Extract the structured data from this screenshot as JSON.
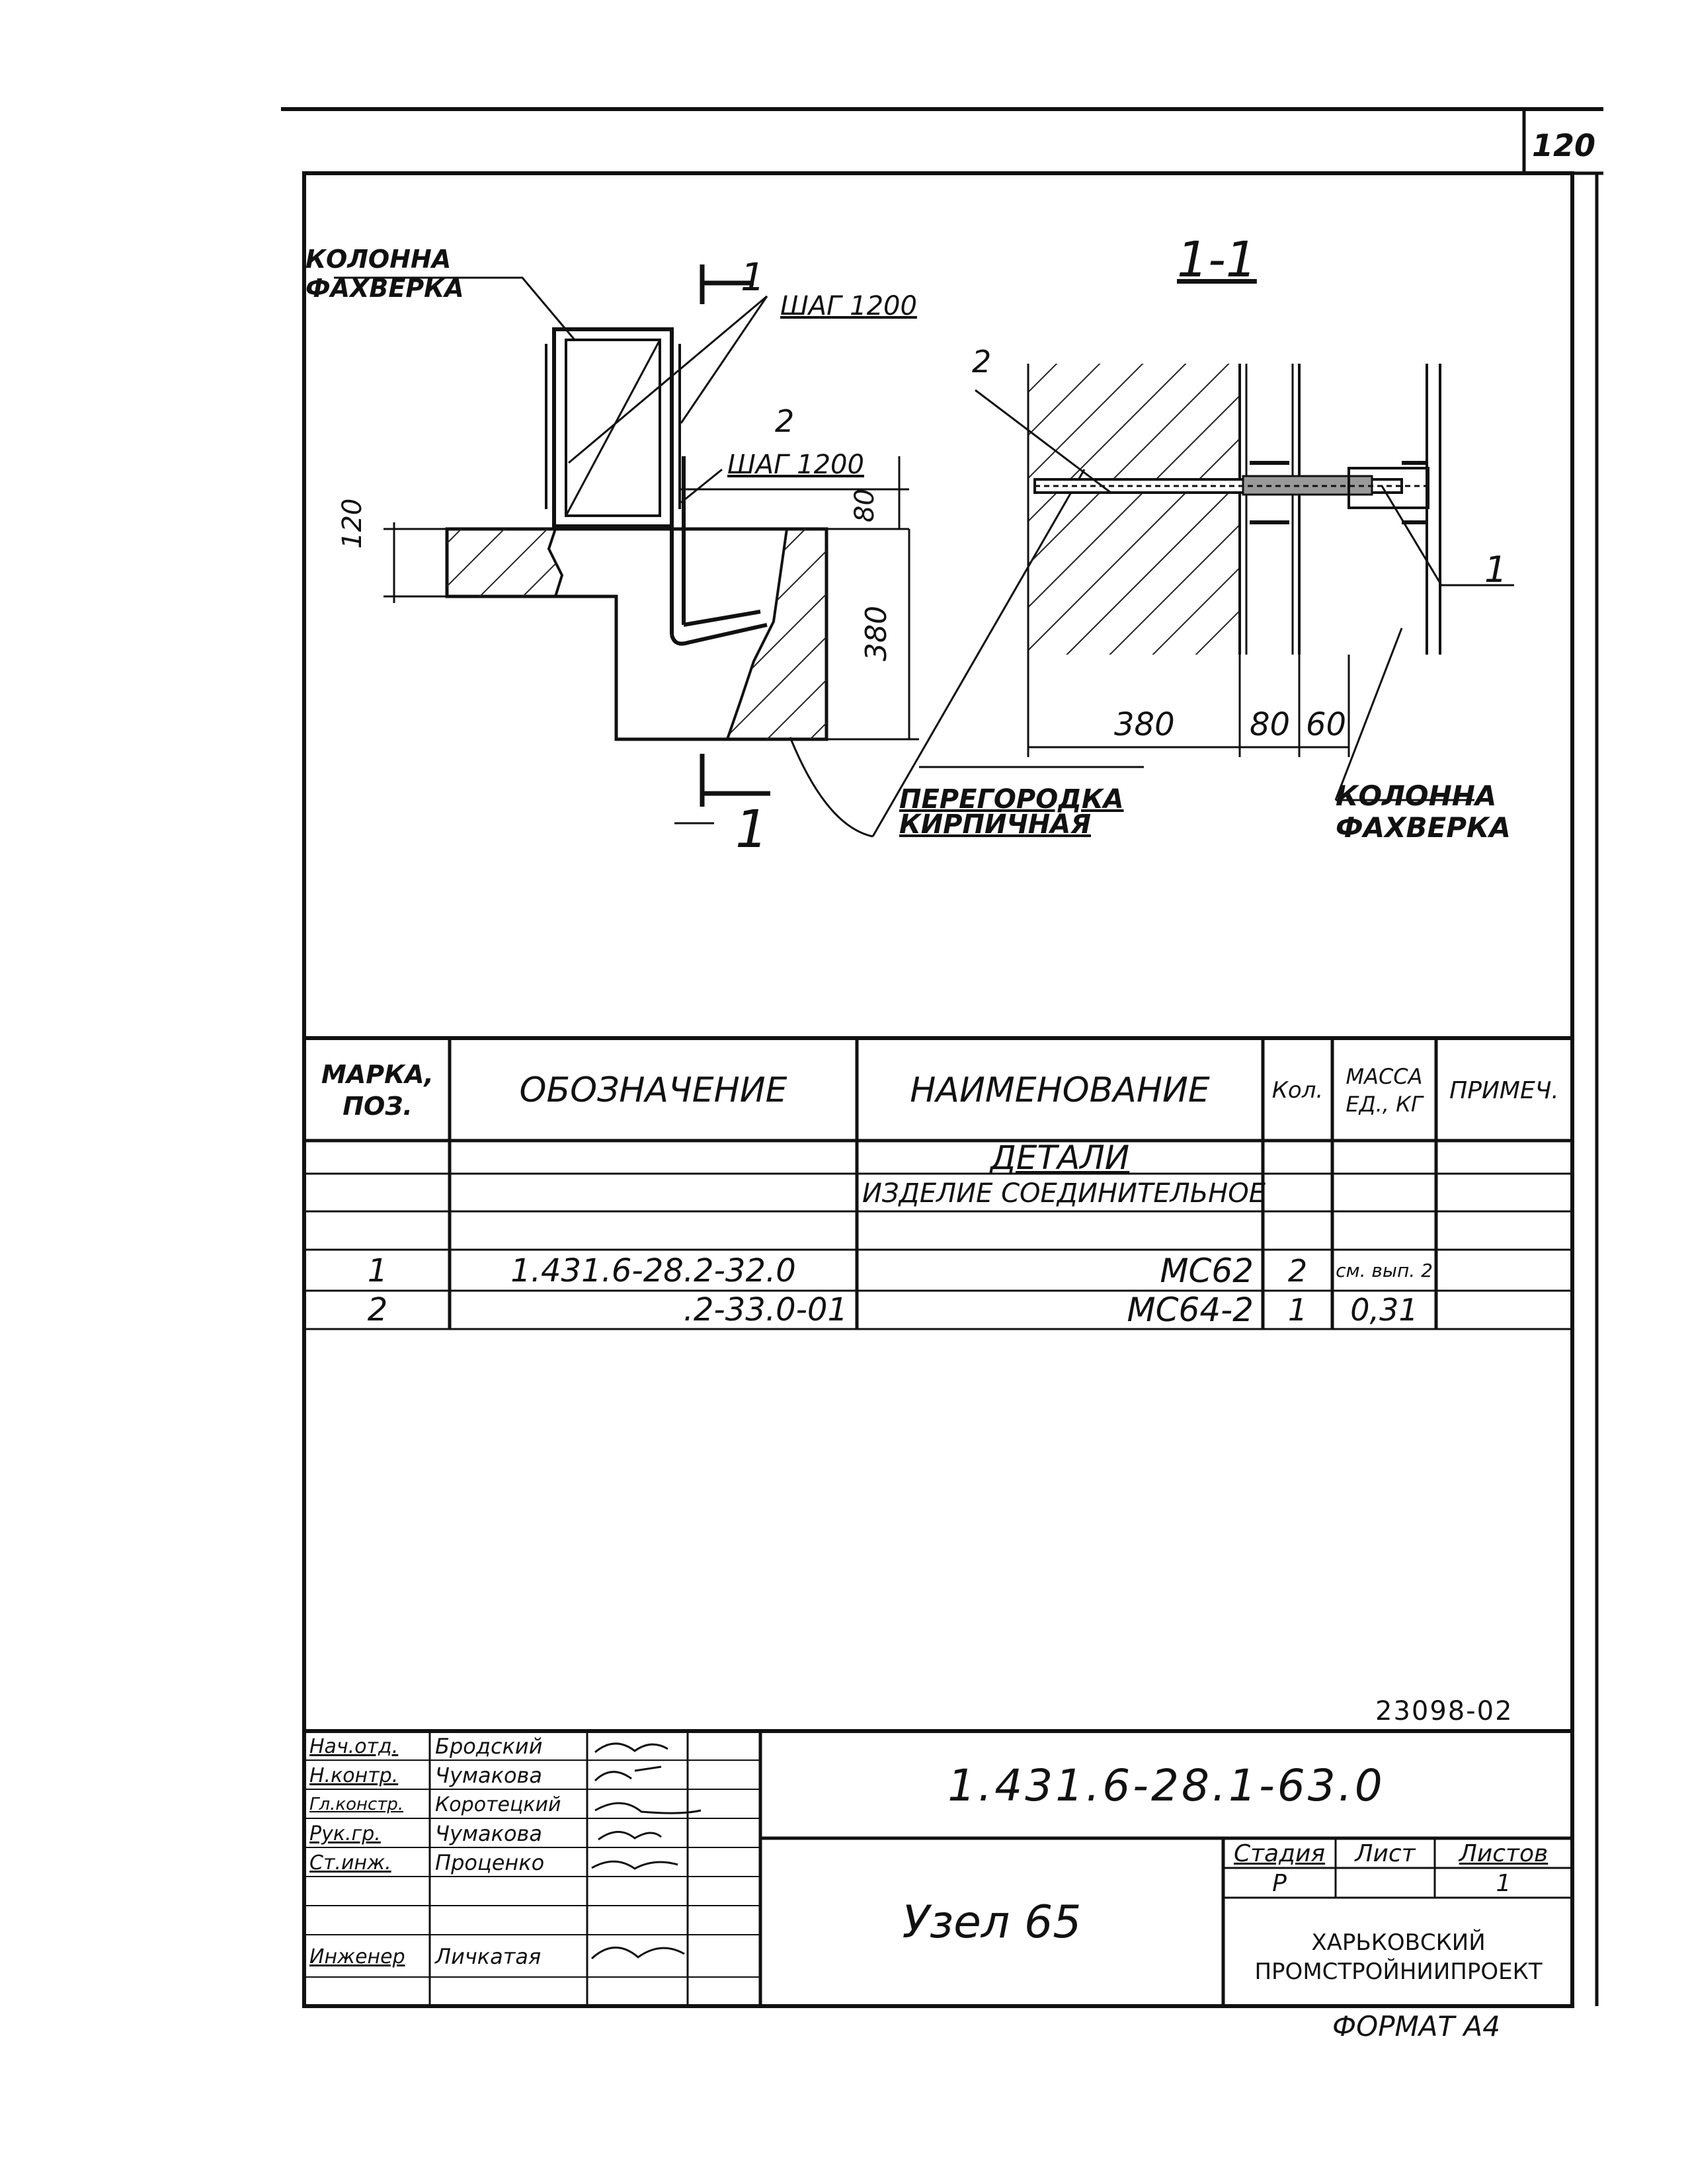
{
  "sheet": {
    "sheet_number": "120",
    "archive_number": "23098-02",
    "format": "Формат А4"
  },
  "drawing": {
    "label_column_top": "Колонна фахверка",
    "label_column_right": "Колонна фахверка",
    "label_partition": "Перегородка кирпичная",
    "section_marker": "1",
    "section_title": "1-1",
    "callout_1": "1",
    "callout_1_note": "шаг 1200",
    "callout_2": "2",
    "callout_2_note": "шаг 1200",
    "dim_120": "120",
    "dim_80_left": "80",
    "dim_380_vertical": "380",
    "dim_380": "380",
    "dim_80": "80",
    "dim_60": "60",
    "pos_1": "1",
    "pos_2": "2"
  },
  "spec_table": {
    "headers": {
      "mark": "Марка, поз.",
      "designation": "Обозначение",
      "name": "Наименование",
      "qty": "Кол.",
      "mass": "Масса ед., кг",
      "note": "Примеч."
    },
    "section": "Детали",
    "group": "Изделие соединительное",
    "rows": [
      {
        "mark": "1",
        "designation": "1.431.6-28.2-32.0",
        "name": "МС62",
        "qty": "2",
        "mass": "см. вып. 2",
        "note": ""
      },
      {
        "mark": "2",
        "designation": ".2-33.0-01",
        "name": "МС64-2",
        "qty": "1",
        "mass": "0,31",
        "note": ""
      }
    ]
  },
  "title_block": {
    "code": "1.431.6-28.1-63.0",
    "title": "Узел 65",
    "stage_header": "Стадия",
    "sheet_header": "Лист",
    "sheets_header": "Листов",
    "stage": "Р",
    "sheet": "",
    "sheets": "1",
    "org": "ХАРЬКОВСКИЙ ПРОМСТРОЙНИИПРОЕКТ",
    "staff": [
      {
        "role": "Нач.отд.",
        "name": "Бродский"
      },
      {
        "role": "Н.контр.",
        "name": "Чумакова"
      },
      {
        "role": "Гл.констр.",
        "name": "Коротецкий"
      },
      {
        "role": "Рук.гр.",
        "name": "Чумакова"
      },
      {
        "role": "Ст.инж.",
        "name": "Проценко"
      },
      {
        "role": "",
        "name": ""
      },
      {
        "role": "Инженер",
        "name": "Личкатая"
      }
    ]
  }
}
